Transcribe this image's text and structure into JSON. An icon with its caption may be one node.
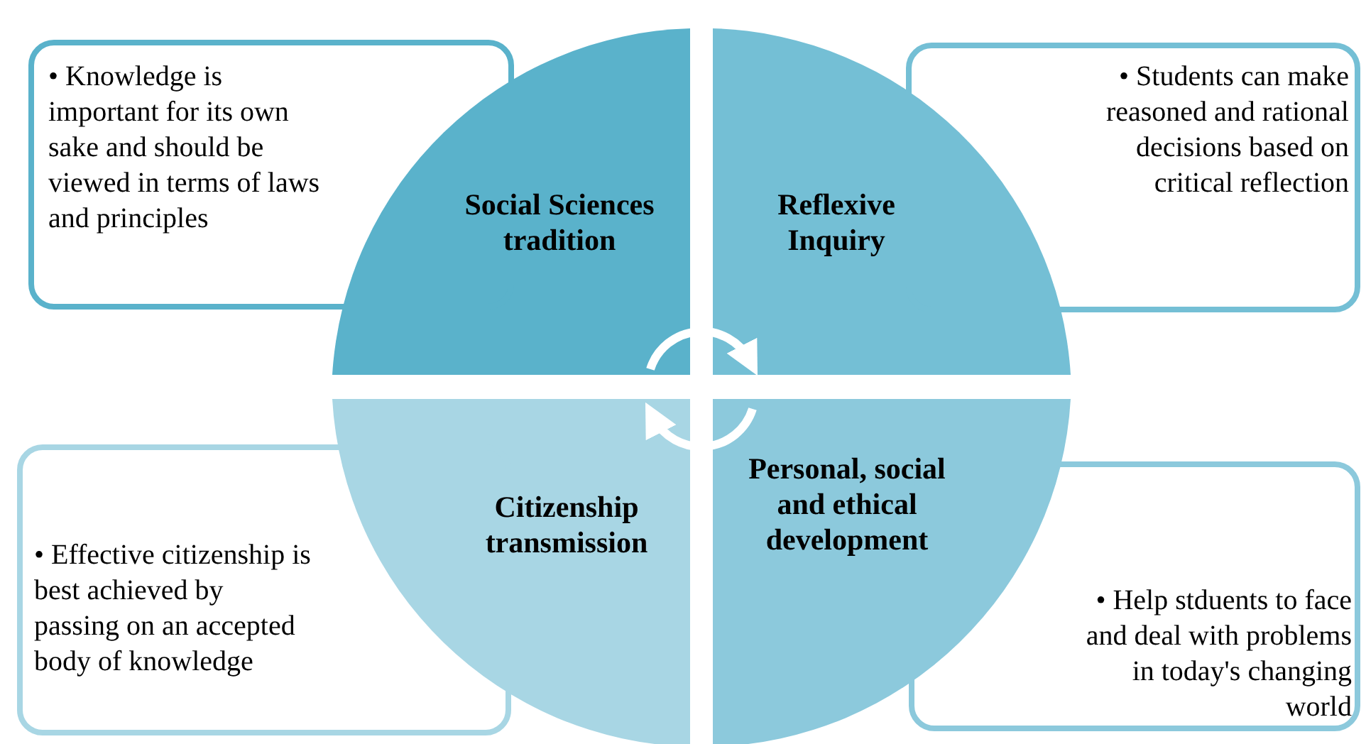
{
  "diagram": {
    "nodes": [
      {
        "text": [
          "Social Sciences tradition"
        ]
      },
      {
        "text": [
          "Reflexive Inquiry"
        ]
      },
      {
        "text": [
          "Citizenship transmission"
        ]
      },
      {
        "text": [
          "Personal, social and ethical development"
        ]
      },
      {
        "text": [
          "• Knowledge is important for its own sake and should be viewed in terms of laws and principles"
        ]
      },
      {
        "text": [
          "• Students can make reasoned and rational decisions based on critical reflection"
        ]
      },
      {
        "text": [
          "• Effective citizenship is best achieved by passing on an accepted body of knowledge"
        ]
      },
      {
        "text": [
          "• Help stduents to face and deal with problems in today's changing world"
        ]
      }
    ],
    "edges": [
      {
        "from": 0,
        "to": 1,
        "arrow": "to"
      },
      {
        "from": 3,
        "to": 2,
        "arrow": "to"
      }
    ]
  }
}
